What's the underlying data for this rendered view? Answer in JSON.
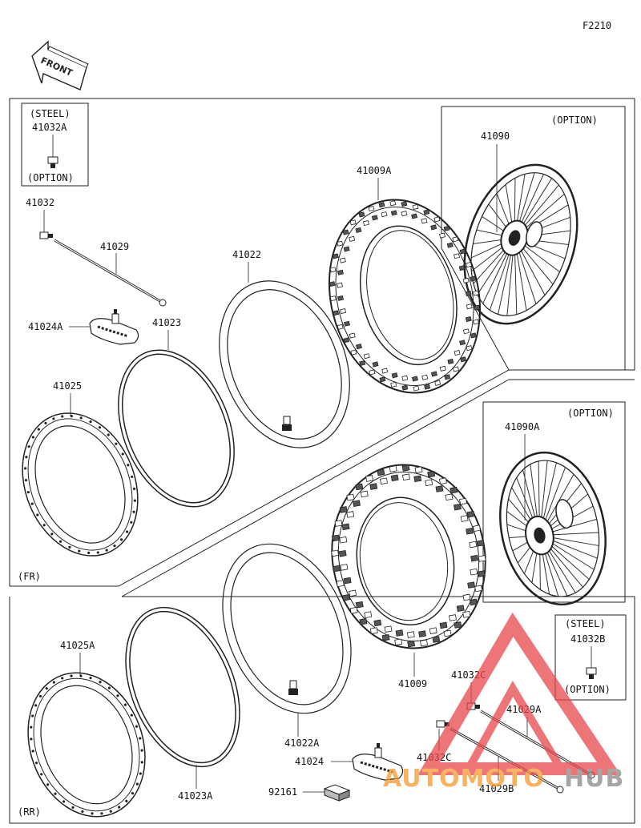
{
  "diagram_code": "F2210",
  "front_arrow_label": "FRONT",
  "sections": {
    "front": "(FR)",
    "rear": "(RR)"
  },
  "inset_front_steel": {
    "header": "(STEEL)",
    "part": "41032A",
    "footer": "(OPTION)"
  },
  "inset_front_option": {
    "header": "(OPTION)",
    "part": "41090"
  },
  "inset_rear_option": {
    "header": "(OPTION)",
    "part": "41090A"
  },
  "inset_rear_steel": {
    "header": "(STEEL)",
    "part": "41032B",
    "footer": "(OPTION)"
  },
  "front_parts": [
    "41032",
    "41029",
    "41024A",
    "41023",
    "41022",
    "41009A",
    "41025"
  ],
  "rear_parts": [
    "41025A",
    "41023A",
    "41022A",
    "41024",
    "92161",
    "41009",
    "41032C",
    "41029A",
    "41032C",
    "41029B"
  ],
  "watermark": {
    "brand_left": "AUTOMOTO",
    "brand_right": "HUB"
  },
  "colors": {
    "line": "#222222",
    "watermark_red": "#e8464a",
    "watermark_orange": "#f29a2e",
    "watermark_gray": "#888888"
  }
}
